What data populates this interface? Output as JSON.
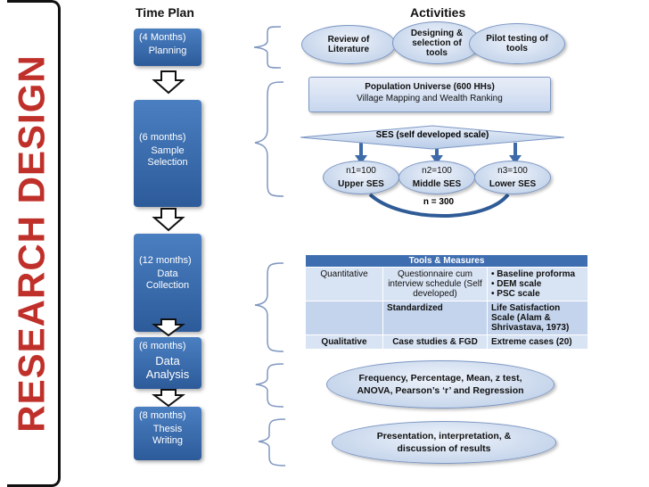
{
  "vertical_title": "RESEARCH  DESIGN",
  "headers": {
    "time_plan": "Time Plan",
    "activities": "Activities"
  },
  "phases": [
    {
      "duration": "(4 Months)",
      "name": "Planning"
    },
    {
      "duration": "(6 months)",
      "name": "Sample Selection"
    },
    {
      "duration": "(12 months)",
      "name": "Data Collection"
    },
    {
      "duration": "(6 months)",
      "name": "Data Analysis"
    },
    {
      "duration": "(8 months)",
      "name": "Thesis Writing"
    }
  ],
  "planning": {
    "review": "Review of Literature",
    "designing": "Designing & selection  of tools",
    "pilot": "Pilot testing of tools"
  },
  "sample": {
    "universe_title": "Population Universe (600 HHs)",
    "universe_sub": "Village Mapping and Wealth Ranking",
    "ses_label": "SES",
    "ses_sub": "(self developed scale)",
    "groups": [
      {
        "n": "n1=100",
        "label": "Upper SES"
      },
      {
        "n": "n2=100",
        "label": "Middle SES"
      },
      {
        "n": "n3=100",
        "label": "Lower SES"
      }
    ],
    "total": "n = 300"
  },
  "tools": {
    "title": "Tools & Measures",
    "quantitative": "Quantitative",
    "questionnaire": "Questionnaire cum interview schedule (Self developed)",
    "bullets": [
      "Baseline proforma",
      "DEM scale",
      "PSC scale"
    ],
    "standardized": "Standardized",
    "life": "Life Satisfaction Scale  (Alam & Shrivastava, 1973)",
    "qualitative": "Qualitative",
    "case": "Case studies & FGD",
    "extreme": "Extreme cases  (20)"
  },
  "analysis": "Frequency, Percentage, Mean, z test, ANOVA, Pearson’s ‘r’ and Regression",
  "writing": "Presentation, interpretation, & discussion of results",
  "colors": {
    "title_red": "#c0302a",
    "phase_blue": "#3a6aad",
    "ellipse_fill": "#c9d8ee"
  }
}
